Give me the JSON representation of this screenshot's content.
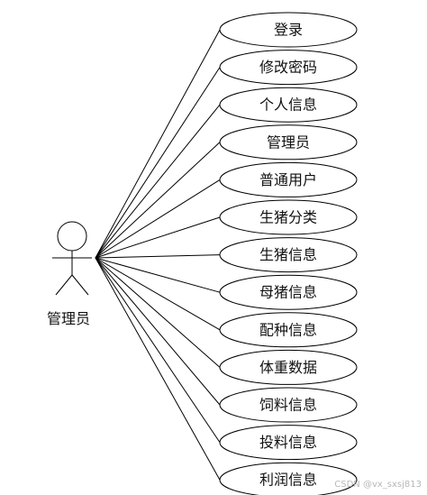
{
  "actor": {
    "label": "管理员"
  },
  "use_cases": [
    {
      "label": "登录"
    },
    {
      "label": "修改密码"
    },
    {
      "label": "个人信息"
    },
    {
      "label": "管理员"
    },
    {
      "label": "普通用户"
    },
    {
      "label": "生猪分类"
    },
    {
      "label": "生猪信息"
    },
    {
      "label": "母猪信息"
    },
    {
      "label": "配种信息"
    },
    {
      "label": "体重数据"
    },
    {
      "label": "饲料信息"
    },
    {
      "label": "投料信息"
    },
    {
      "label": "利润信息"
    }
  ],
  "watermark": "CSDN @vx_sxsj813"
}
